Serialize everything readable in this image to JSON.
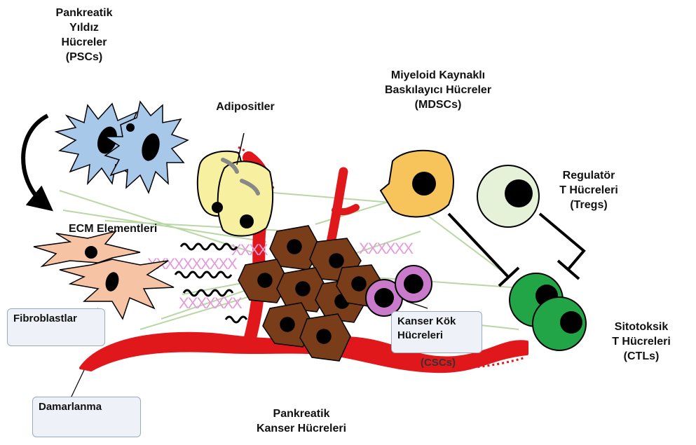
{
  "labels": {
    "pscs": "Pankreatik\nYıldız\nHücreler\n(PSCs)",
    "adipocytes": "Adipositler",
    "mdscs": "Miyeloid Kaynaklı\nBaskılayıcı Hücreler\n(MDSCs)",
    "tregs": "Regulatör\nT Hücreleri\n(Tregs)",
    "ecm": "ECM Elementleri",
    "fibroblasts": "Fibroblastlar",
    "csc_box": "Kanser Kök\nHücreleri",
    "csc_short": "(CSCs)",
    "ctls": "Sitotoksik\nT Hücreleri\n(CTLs)",
    "vasculature": "Damarlanma",
    "cancer": "Pankreatik\nKanser Hücreleri"
  },
  "colors": {
    "psc": "#a8c8ea",
    "adipocyte": "#f6f0a0",
    "mdsc": "#f7c45c",
    "treg": "#e6f2d8",
    "fibroblast": "#f6c3a4",
    "cancer_cell": "#7a3d1a",
    "csc": "#c97acb",
    "ctl": "#22a546",
    "vessel": "#e0171b",
    "ecm_x": "#e49bd9",
    "fiber": "#b9d7a5",
    "nucleus": "#000000"
  },
  "icons": [
    "curved-arrow-icon",
    "inhibition-arrow-icon"
  ]
}
